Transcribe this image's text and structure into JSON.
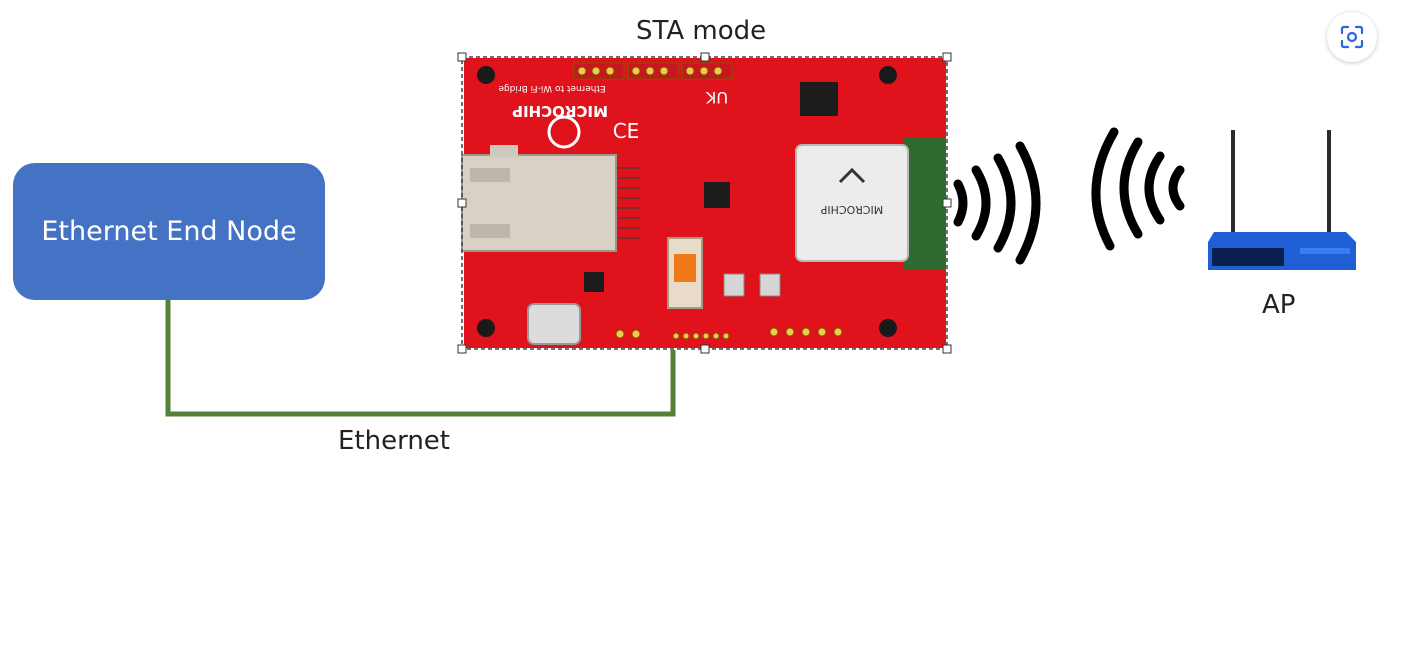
{
  "diagram": {
    "end_node_label": "Ethernet End Node",
    "board_label": "STA mode",
    "link_label": "Ethernet",
    "ap_label": "AP",
    "board": {
      "brand_text": "MICROCHIP",
      "board_text": "Ethernet to Wi-Fi Bridge",
      "module_text": "MICROCHIP",
      "cert_ce": "CE",
      "cert_uk": "UK"
    }
  },
  "colors": {
    "end_node_fill": "#4472c4",
    "ethernet_link": "#548235",
    "board_red": "#e0121b",
    "router_blue": "#1f5fd6",
    "wifi_waves": "#000000"
  },
  "icons": {
    "image_search": "scan-icon",
    "wireless": "wifi-waves-icon",
    "router": "router-icon"
  }
}
